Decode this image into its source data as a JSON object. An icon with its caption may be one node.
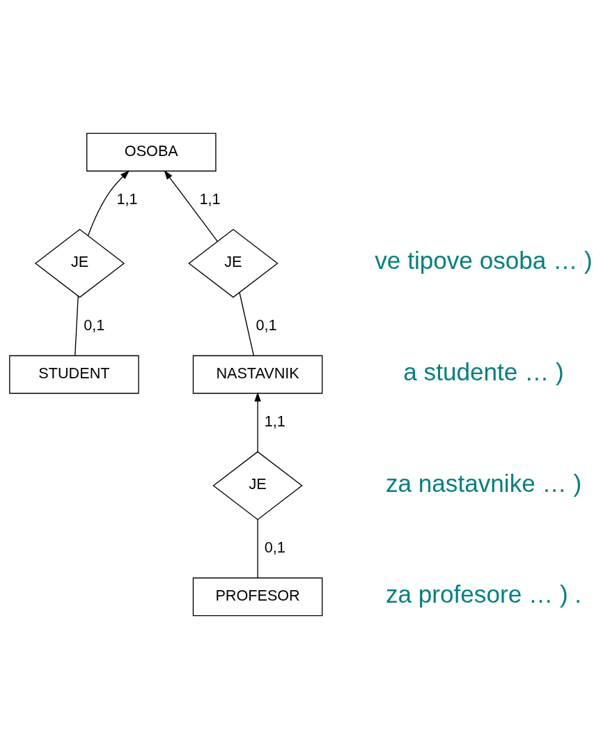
{
  "diagram": {
    "nodes": [
      {
        "text": [
          "OSOBA"
        ]
      },
      {
        "text": [
          "JE"
        ]
      },
      {
        "text": [
          "JE"
        ]
      },
      {
        "text": [
          "STUDENT"
        ]
      },
      {
        "text": [
          "NASTAVNIK"
        ]
      },
      {
        "text": [
          "JE"
        ]
      },
      {
        "text": [
          "PROFESOR"
        ]
      }
    ],
    "edges": [
      {
        "from": 1,
        "to": 0,
        "arrow": "to",
        "label": "1,1"
      },
      {
        "from": 2,
        "to": 0,
        "arrow": "to",
        "label": "1,1"
      },
      {
        "from": 3,
        "to": 1,
        "arrow": "none",
        "label": "0,1"
      },
      {
        "from": 4,
        "to": 2,
        "arrow": "none",
        "label": "0,1"
      },
      {
        "from": 5,
        "to": 4,
        "arrow": "to",
        "label": "1,1"
      },
      {
        "from": 6,
        "to": 5,
        "arrow": "none",
        "label": "0,1"
      }
    ],
    "labels": [
      "ve tipove osoba … )",
      "a studente … )",
      "za nastavnike … )",
      "za profesore … ) ."
    ]
  }
}
